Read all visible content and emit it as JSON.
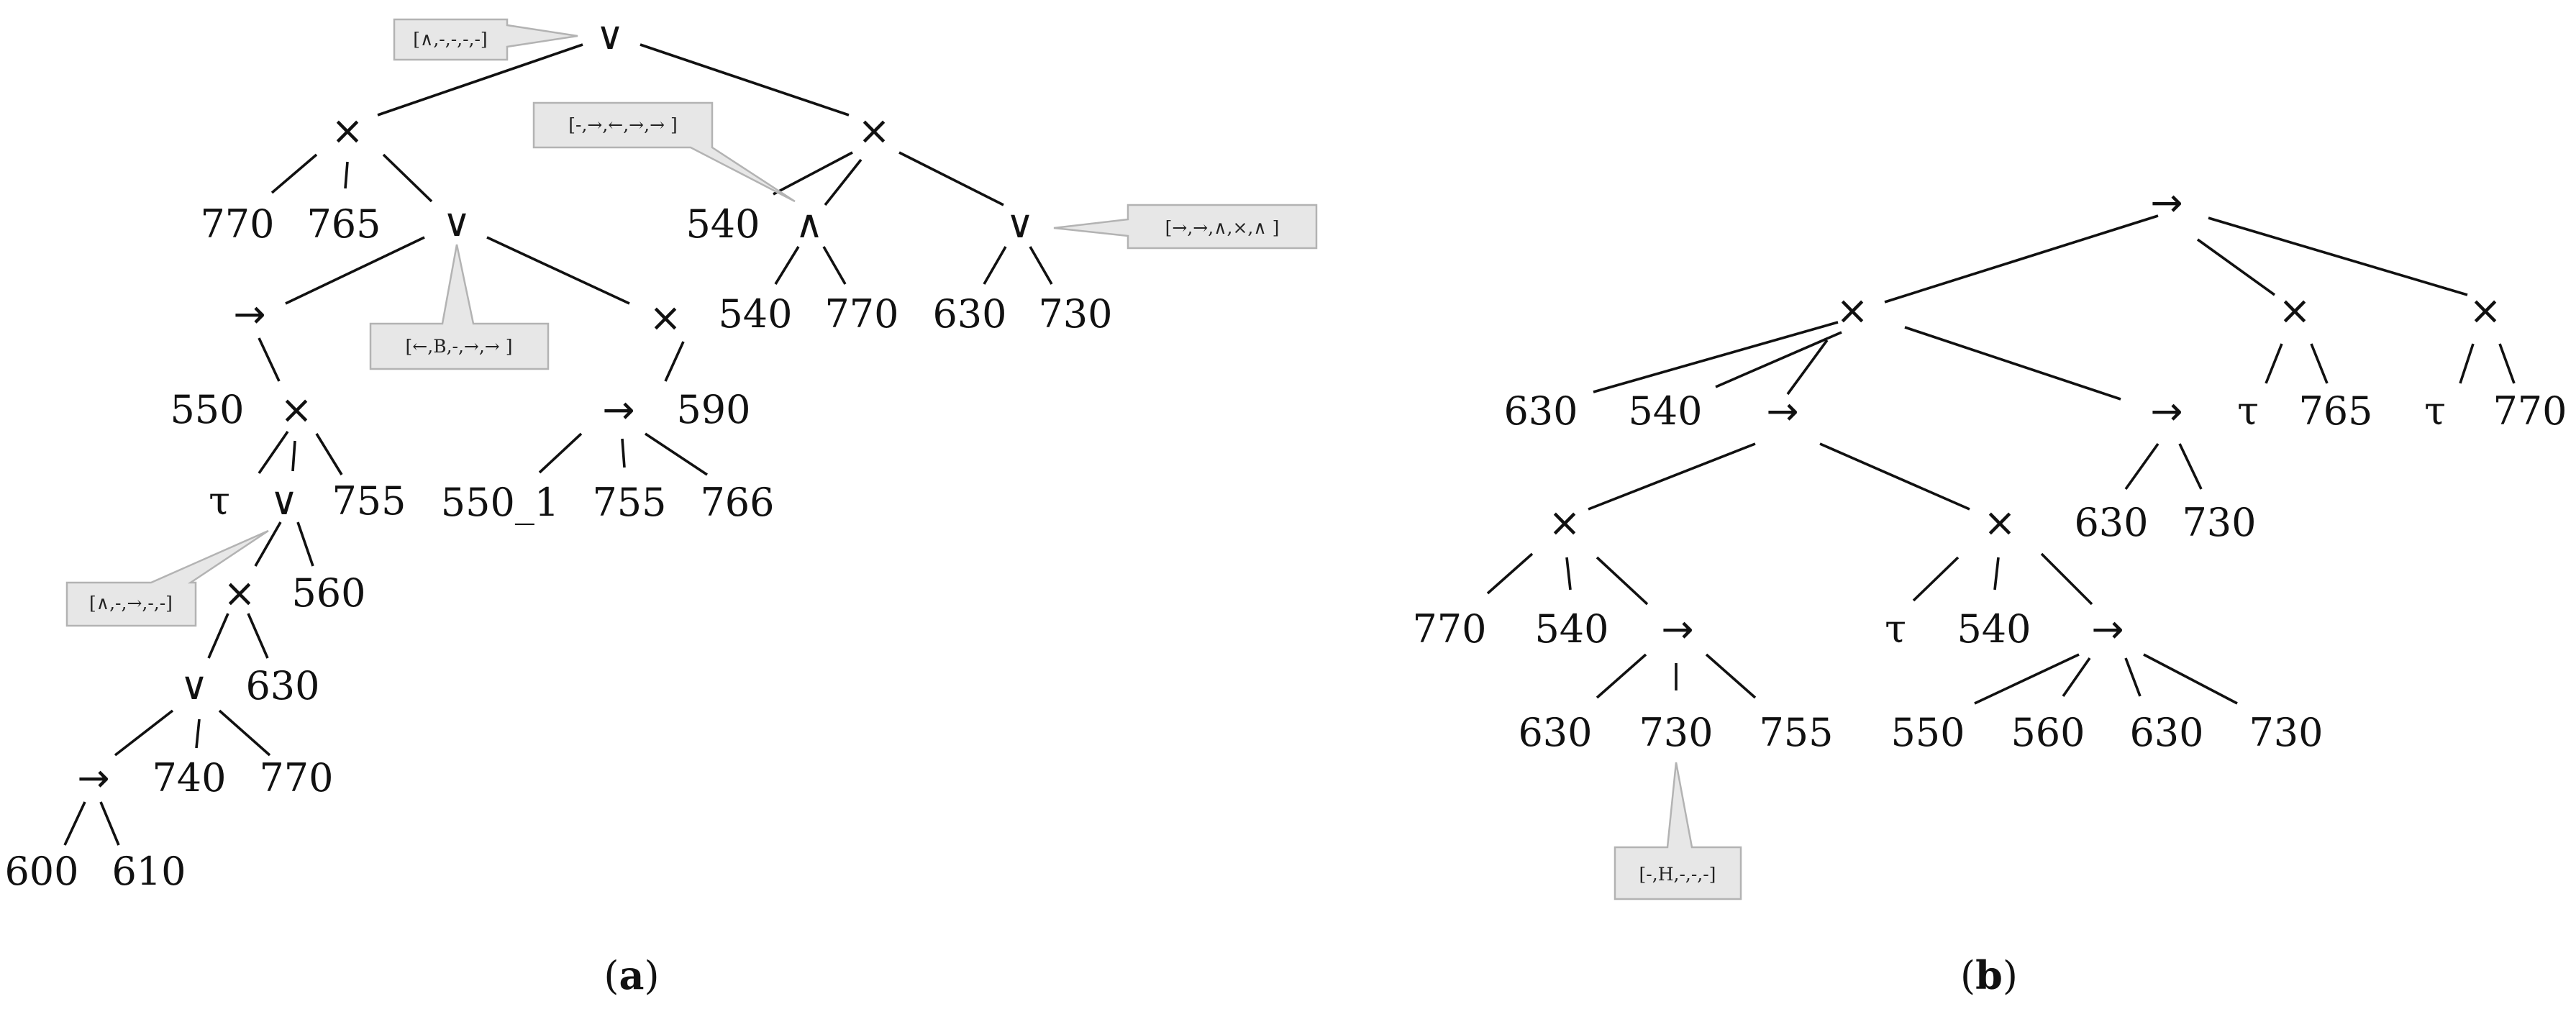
{
  "panel_a": {
    "label": "a",
    "nodes": {
      "root": "∨",
      "x1": "×",
      "n770": "770",
      "n765": "765",
      "or2": "∨",
      "arr1": "→",
      "n550": "550",
      "x3": "×",
      "tau": "τ",
      "or3": "∨",
      "n755": "755",
      "x4": "×",
      "n560": "560",
      "or4": "∨",
      "n630": "630",
      "arr2": "→",
      "n740": "740",
      "n770b": "770",
      "n600": "600",
      "n610": "610",
      "x5": "×",
      "arr3": "→",
      "n590": "590",
      "n550_1": "550_1",
      "n755b": "755",
      "n766": "766",
      "x2": "×",
      "n540": "540",
      "and1": "∧",
      "or5": "∨",
      "n540b": "540",
      "n770c": "770",
      "n630b": "630",
      "n730": "730"
    },
    "callouts": {
      "root": "[∧,-,-,-,-]",
      "and1": "[-,→,←,→,→ ]",
      "or5": "[→,→,∧,×,∧ ]",
      "or2": "[←,B,-,→,→ ]",
      "or3": "[∧,-,→,-,-]"
    }
  },
  "panel_b": {
    "label": "b",
    "nodes": {
      "root": "→",
      "x1": "×",
      "x2": "×",
      "x3": "×",
      "n630": "630",
      "n540": "540",
      "arr1": "→",
      "arr2": "→",
      "tau1": "τ",
      "n765": "765",
      "tau2": "τ",
      "n770": "770",
      "x4": "×",
      "x5": "×",
      "n630b": "630",
      "n730": "730",
      "n770b": "770",
      "n540b": "540",
      "arr3": "→",
      "tau3": "τ",
      "n540c": "540",
      "arr4": "→",
      "n630c": "630",
      "n730b": "730",
      "n755": "755",
      "n550": "550",
      "n560": "560",
      "n630d": "630",
      "n730c": "730"
    },
    "callouts": {
      "n730b": "[-,H,-,-,-]"
    }
  }
}
